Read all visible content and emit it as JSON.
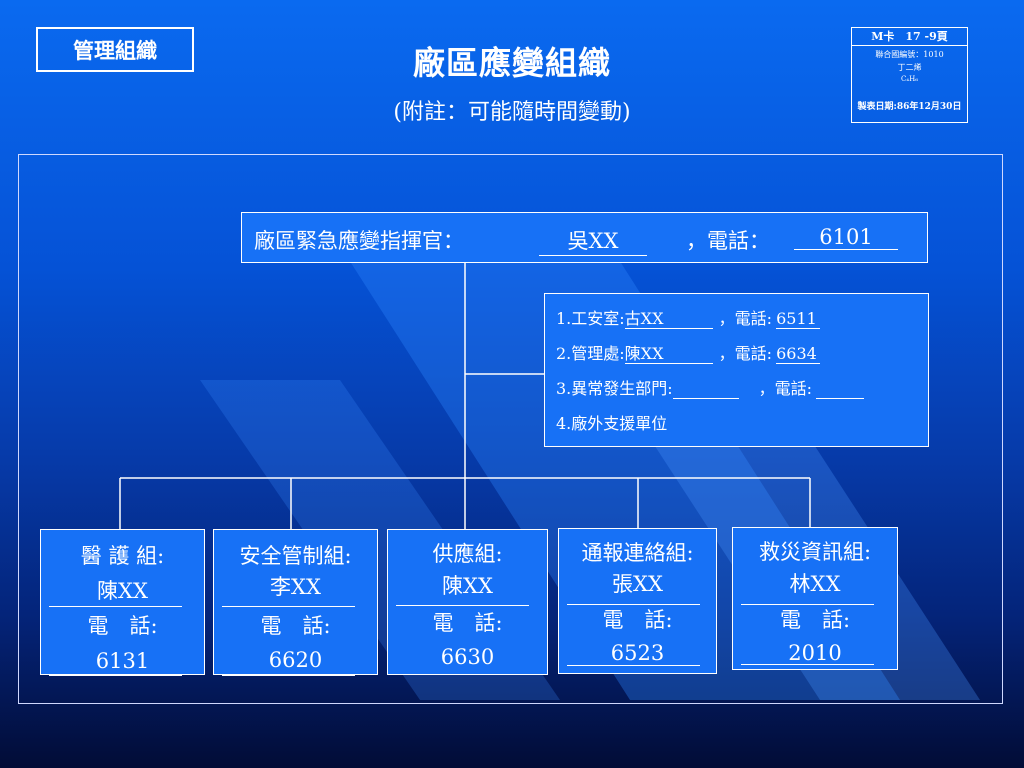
{
  "header": {
    "tag": "管理組織",
    "title": "廠區應變組織",
    "subtitle": "(附註：可能隨時間變動)"
  },
  "card": {
    "line1": "M卡　17 -9頁",
    "line2": "聯合國編號：1010",
    "line3": "丁二烯",
    "line4": "C₄H₆",
    "line5": "製表日期:86年12月30日"
  },
  "commander": {
    "label": "廠區緊急應變指揮官：",
    "name": "吳XX",
    "phone_label": "，電話：",
    "phone": "6101"
  },
  "tasks": [
    {
      "label": "1.工安室:",
      "name": "古XX",
      "phone_label": "，電話:",
      "phone": "6511"
    },
    {
      "label": "2.管理處:",
      "name": "陳XX",
      "phone_label": "，電話:",
      "phone": "6634"
    },
    {
      "label": "3.異常發生部門:",
      "name": "",
      "phone_label": "，電話:",
      "phone": ""
    },
    {
      "label": "4.廠外支援單位"
    }
  ],
  "groups": [
    {
      "title": "醫 護 組:",
      "name": "陳XX",
      "phone_label": "電　話:",
      "phone": "6131"
    },
    {
      "title": "安全管制組:",
      "name": "李XX",
      "phone_label": "電　話:",
      "phone": "6620"
    },
    {
      "title": "供應組:",
      "name": "陳XX",
      "phone_label": "電　話:",
      "phone": "6630"
    },
    {
      "title": "通報連絡組:",
      "name": "張XX",
      "phone_label": "電　話:",
      "phone": "6523"
    },
    {
      "title": "救災資訊組:",
      "name": "林XX",
      "phone_label": "電　話:",
      "phone": "2010"
    }
  ]
}
